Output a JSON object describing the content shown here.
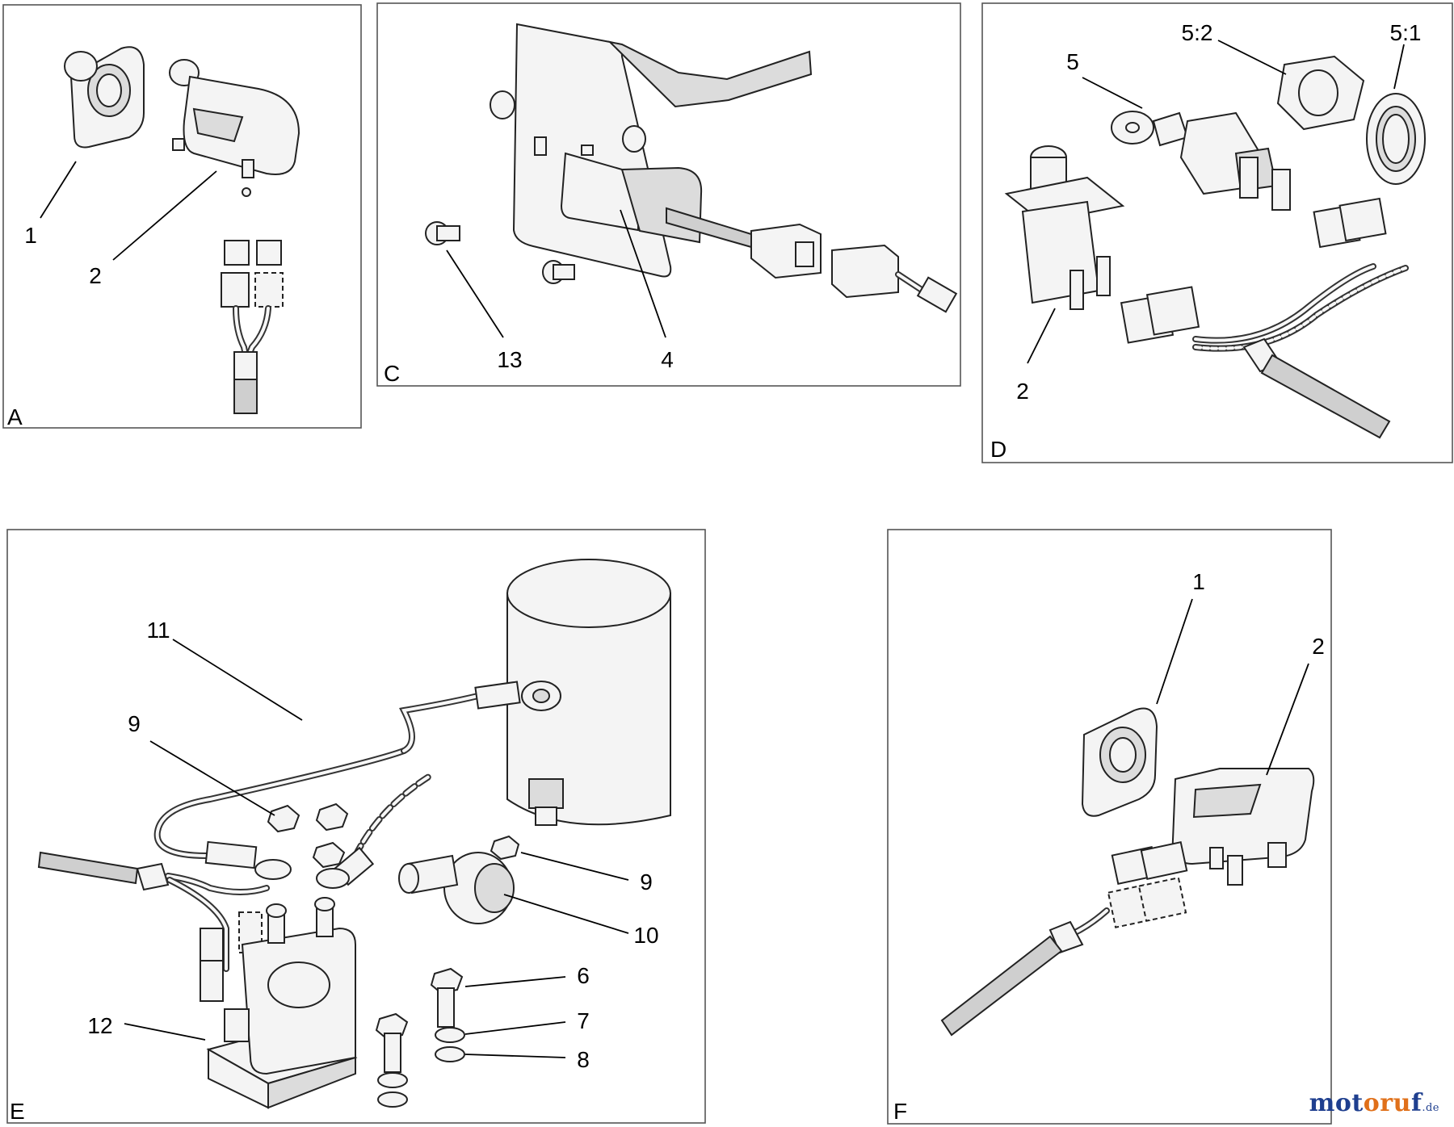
{
  "panels": [
    {
      "letter": "A",
      "callouts": [
        "1",
        "2"
      ]
    },
    {
      "letter": "C",
      "callouts": [
        "13",
        "4"
      ]
    },
    {
      "letter": "D",
      "callouts": [
        "5:2",
        "5:1",
        "5",
        "2"
      ]
    },
    {
      "letter": "E",
      "callouts": [
        "11",
        "9",
        "9",
        "10",
        "6",
        "7",
        "8",
        "12"
      ]
    },
    {
      "letter": "F",
      "callouts": [
        "1",
        "2"
      ]
    }
  ],
  "watermark": {
    "pre": "mot",
    "mid": "oru",
    "post": "f",
    "suffix": ".de"
  }
}
